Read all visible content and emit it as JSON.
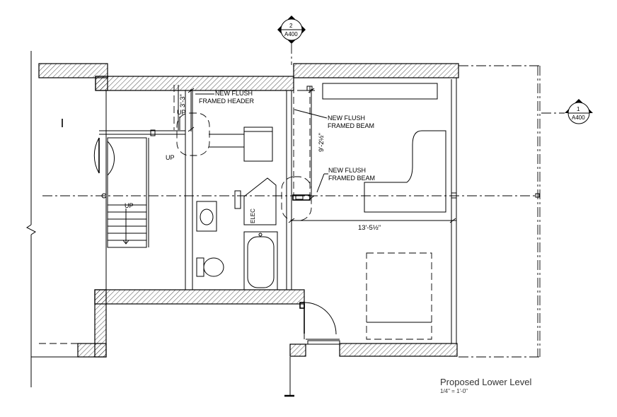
{
  "drawing": {
    "title": "Proposed Lower Level",
    "scale": "1/4\" = 1'-0\""
  },
  "section_markers": [
    {
      "number": "2",
      "sheet": "A400"
    },
    {
      "number": "1",
      "sheet": "A400"
    }
  ],
  "callouts": {
    "header_line1": "NEW FLUSH",
    "header_line2": "FRAMED HEADER",
    "beam1_line1": "NEW FLUSH",
    "beam1_line2": "FRAMED BEAM",
    "beam2_line1": "NEW FLUSH",
    "beam2_line2": "FRAMED BEAM"
  },
  "dimensions": {
    "header_opening": "3'-3\"",
    "beam_span_vertical": "9'-2½\"",
    "beam_span_horizontal": "13'-5½\""
  },
  "labels": {
    "up_stair": "UP",
    "up_left": "UP",
    "up_right": "UP",
    "elec": "ELEC"
  },
  "colors": {
    "line": "#000000",
    "title_text": "#333333"
  }
}
